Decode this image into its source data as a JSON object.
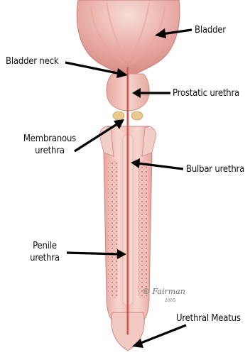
{
  "labels": {
    "bladder": "Bladder",
    "bladder_neck": "Bladder neck",
    "prostatic_urethra": "Prostatic urethra",
    "membranous_urethra": [
      "Membranous",
      "urethra"
    ],
    "bulbar_urethra": "Bulbar urethra",
    "penile_urethra": [
      "Penile",
      "urethra"
    ],
    "urethral_meatus": "Urethral Meatus"
  },
  "signature": {
    "name": "© Fairman",
    "year": "2005"
  },
  "colors": {
    "tissue_pink": "#e8a7a2",
    "tissue_light": "#f4d2cc",
    "urethra_red": "#c8564f",
    "sphincter_tan": "#e9c98e",
    "arrow": "#000000"
  }
}
